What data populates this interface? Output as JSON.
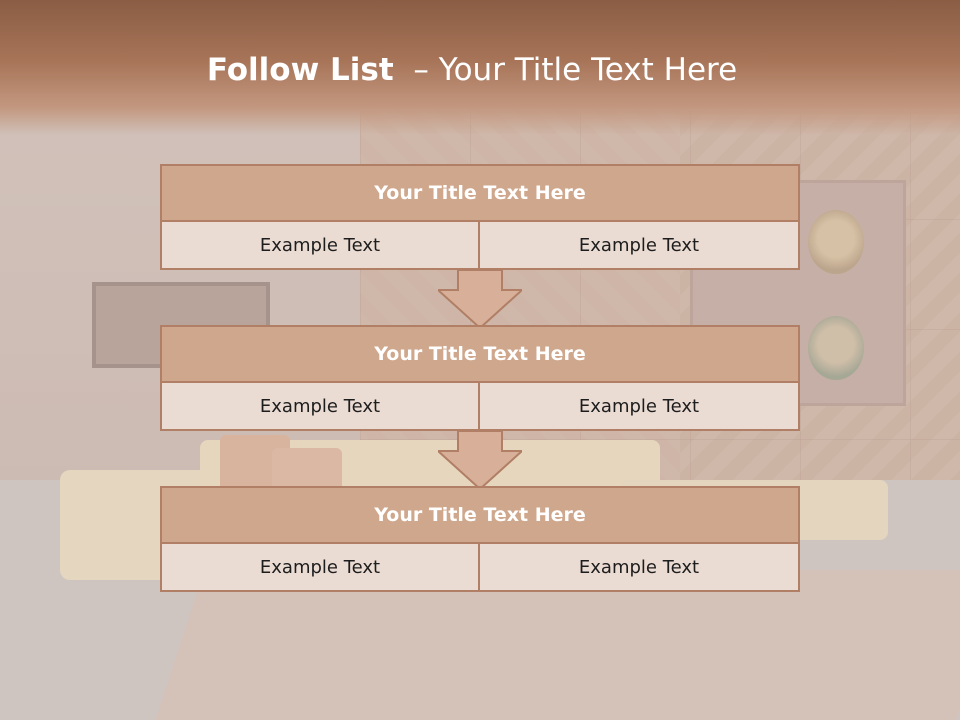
{
  "slide": {
    "title_bold": "Follow List",
    "title_rest": "– Your Title Text Here"
  },
  "steps": [
    {
      "title": "Your Title Text Here",
      "cells": [
        "Example Text",
        "Example Text"
      ]
    },
    {
      "title": "Your Title Text Here",
      "cells": [
        "Example Text",
        "Example Text"
      ]
    },
    {
      "title": "Your Title Text Here",
      "cells": [
        "Example Text",
        "Example Text"
      ]
    }
  ],
  "colors": {
    "header": "#a77458",
    "box_title_fill": "#cfa78d",
    "box_cell_fill": "#eadbd3",
    "box_border": "#b07f65",
    "arrow_fill": "#d8b09a"
  }
}
